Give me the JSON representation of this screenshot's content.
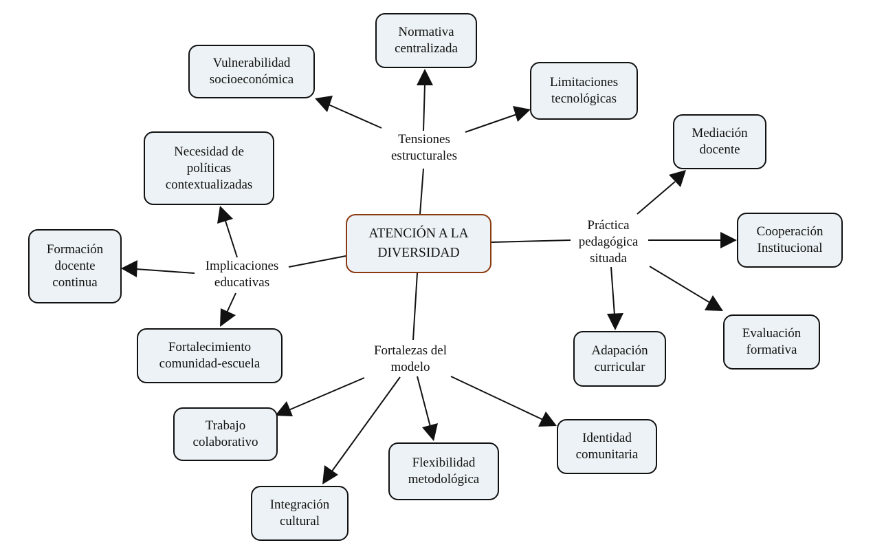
{
  "diagram": {
    "center": {
      "id": "center",
      "text": "ATENCIÓN A LA\nDIVERSIDAD",
      "border_color": "#8b3a10"
    },
    "box_fill": "#ecf2f5",
    "branches": [
      {
        "id": "tensiones",
        "text": "Tensiones\nestructurales",
        "children": [
          {
            "id": "vulnerabilidad",
            "text": "Vulnerabilidad\nsocioeconómica"
          },
          {
            "id": "normativa",
            "text": "Normativa\ncentralizada"
          },
          {
            "id": "limitaciones",
            "text": "Limitaciones\ntecnológicas"
          }
        ]
      },
      {
        "id": "practica",
        "text": "Práctica\npedagógica\nsituada",
        "children": [
          {
            "id": "mediacion",
            "text": "Mediación\ndocente"
          },
          {
            "id": "cooperacion",
            "text": "Cooperación\nInstitucional"
          },
          {
            "id": "evaluacion",
            "text": "Evaluación\nformativa"
          },
          {
            "id": "adaptacion",
            "text": "Adapación\ncurricular"
          }
        ]
      },
      {
        "id": "fortalezas",
        "text": "Fortalezas del\nmodelo",
        "children": [
          {
            "id": "trabajo",
            "text": "Trabajo\ncolaborativo"
          },
          {
            "id": "integracion",
            "text": "Integración\ncultural"
          },
          {
            "id": "flexibilidad",
            "text": "Flexibilidad\nmetodológica"
          },
          {
            "id": "identidad",
            "text": "Identidad\ncomunitaria"
          }
        ]
      },
      {
        "id": "implicaciones",
        "text": "Implicaciones\neducativas",
        "children": [
          {
            "id": "necesidad",
            "text": "Necesidad de\npolíticas\ncontextualizadas"
          },
          {
            "id": "formacion",
            "text": "Formación\ndocente\ncontinua"
          },
          {
            "id": "fortalecimiento",
            "text": "Fortalecimiento\ncomunidad-escuela"
          }
        ]
      }
    ]
  }
}
